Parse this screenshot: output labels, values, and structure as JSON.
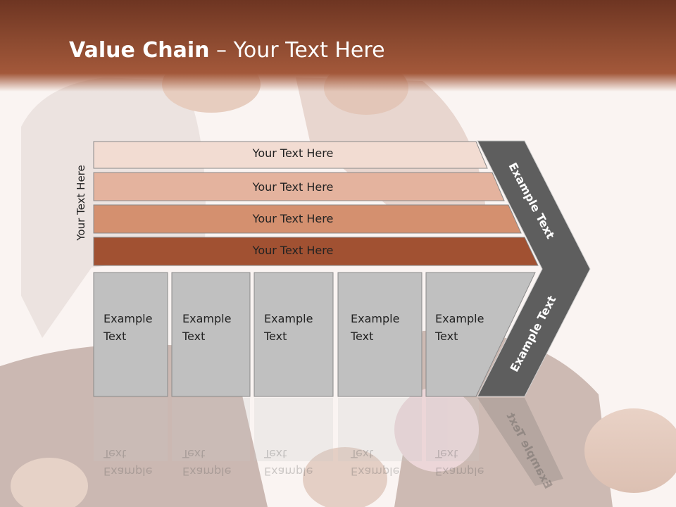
{
  "title": {
    "bold": "Value Chain",
    "rest": " – Your Text Here"
  },
  "side_label": "Your Text Here",
  "rows": [
    {
      "label": "Your Text Here",
      "color": "#f2dcd2"
    },
    {
      "label": "Your Text Here",
      "color": "#e4b39e"
    },
    {
      "label": "Your Text Here",
      "color": "#d4906f"
    },
    {
      "label": "Your Text Here",
      "color": "#a15132"
    }
  ],
  "boxes": [
    {
      "line1": "Example",
      "line2": "Text"
    },
    {
      "line1": "Example",
      "line2": "Text"
    },
    {
      "line1": "Example",
      "line2": "Text"
    },
    {
      "line1": "Example",
      "line2": "Text"
    },
    {
      "line1": "Example",
      "line2": "Text"
    }
  ],
  "chevron": {
    "upper": "Example Text",
    "lower": "Example Text",
    "color": "#5e5e5e"
  },
  "colors": {
    "title_bar": "#8c4a30",
    "box_fill": "#c0c0c0"
  }
}
